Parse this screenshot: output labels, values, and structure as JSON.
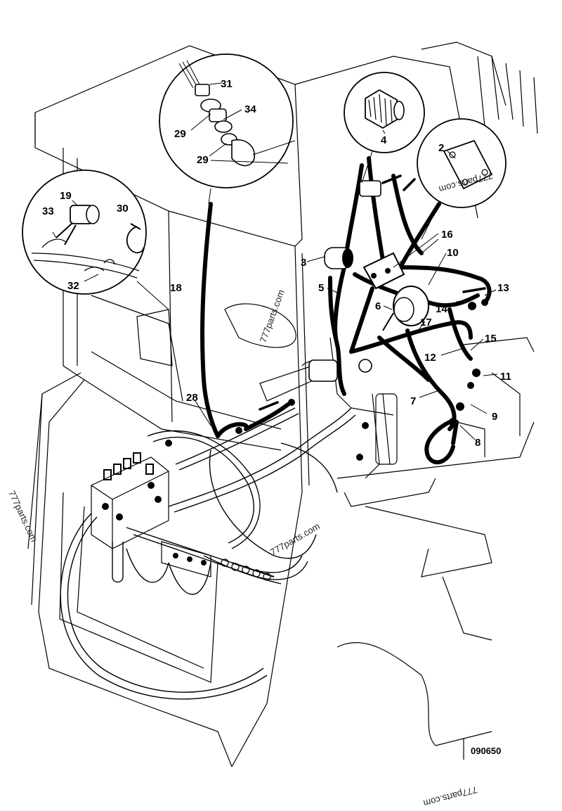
{
  "callouts": {
    "c2": "2",
    "c3": "3",
    "c4": "4",
    "c5": "5",
    "c6": "6",
    "c7": "7",
    "c8": "8",
    "c9": "9",
    "c10": "10",
    "c11": "11",
    "c12": "12",
    "c13": "13",
    "c14": "14",
    "c15": "15",
    "c16": "16",
    "c17": "17",
    "c18": "18",
    "c19": "19",
    "c28": "28",
    "c29a": "29",
    "c29b": "29",
    "c30": "30",
    "c31": "31",
    "c32": "32",
    "c33": "33",
    "c34": "34"
  },
  "figure_code": "090650",
  "watermarks": {
    "w1": "777parts.com",
    "w2": "777parts.com",
    "w3": "777parts.com",
    "w4": "777parts.com",
    "w5": "777parts.com"
  }
}
